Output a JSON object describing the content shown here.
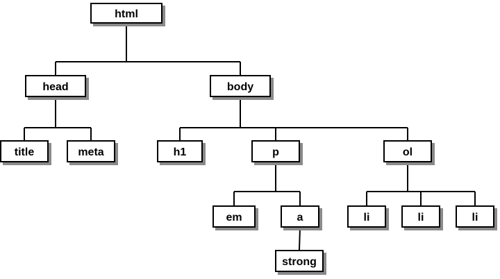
{
  "tree": {
    "nodes": [
      {
        "id": "html",
        "label": "html"
      },
      {
        "id": "head",
        "label": "head"
      },
      {
        "id": "body",
        "label": "body"
      },
      {
        "id": "title",
        "label": "title"
      },
      {
        "id": "meta",
        "label": "meta"
      },
      {
        "id": "h1",
        "label": "h1"
      },
      {
        "id": "p",
        "label": "p"
      },
      {
        "id": "ol",
        "label": "ol"
      },
      {
        "id": "em",
        "label": "em"
      },
      {
        "id": "a",
        "label": "a"
      },
      {
        "id": "li1",
        "label": "li"
      },
      {
        "id": "li2",
        "label": "li"
      },
      {
        "id": "li3",
        "label": "li"
      },
      {
        "id": "strong",
        "label": "strong"
      }
    ],
    "edges": [
      [
        "html",
        "head"
      ],
      [
        "html",
        "body"
      ],
      [
        "head",
        "title"
      ],
      [
        "head",
        "meta"
      ],
      [
        "body",
        "h1"
      ],
      [
        "body",
        "p"
      ],
      [
        "body",
        "ol"
      ],
      [
        "p",
        "em"
      ],
      [
        "p",
        "a"
      ],
      [
        "ol",
        "li1"
      ],
      [
        "ol",
        "li2"
      ],
      [
        "ol",
        "li3"
      ],
      [
        "a",
        "strong"
      ]
    ]
  },
  "colors": {
    "box_fill": "#ffffff",
    "box_stroke": "#000000",
    "shadow": "#8a8a8a",
    "line": "#000000"
  }
}
